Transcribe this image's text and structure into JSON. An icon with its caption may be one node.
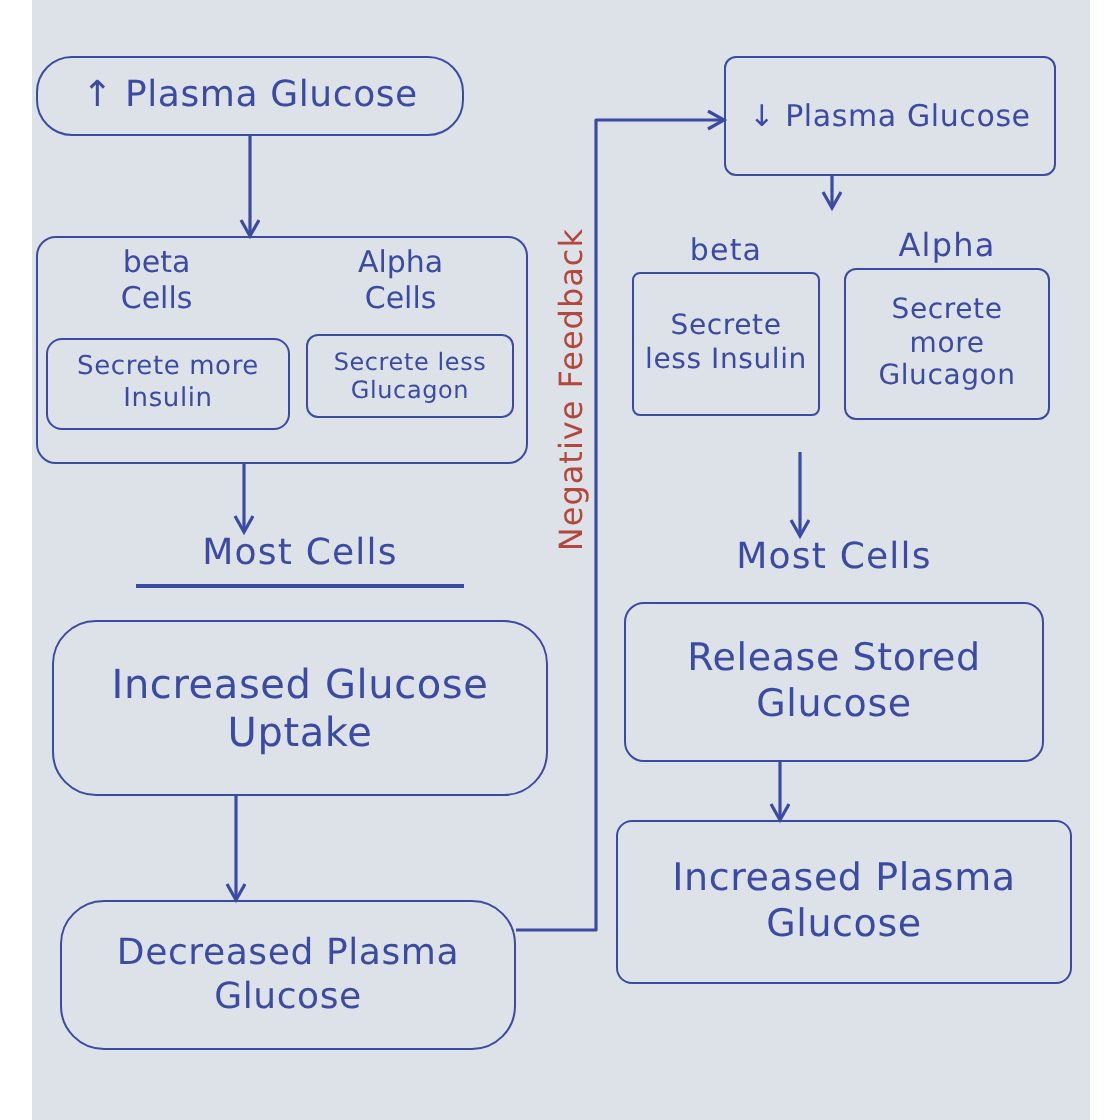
{
  "diagram": {
    "nodes": [
      {
        "text": [
          "↑ Plasma Glucose"
        ]
      },
      {
        "text": [
          "beta Cells",
          "Alpha Cells"
        ]
      },
      {
        "text": [
          "Secrete more Insulin"
        ],
        "in": 1
      },
      {
        "text": [
          "Secrete less Glucagon"
        ],
        "in": 1
      },
      {
        "text": [
          "Most Cells",
          "Increased Glucose Uptake"
        ]
      },
      {
        "text": [
          "Decreased Plasma Glucose"
        ]
      },
      {
        "text": [
          "↓ Plasma Glucose"
        ]
      },
      {
        "text": [
          "beta",
          "Secrete less Insulin"
        ]
      },
      {
        "text": [
          "Alpha",
          "Secrete more Glucagon"
        ]
      },
      {
        "text": [
          "Most Cells",
          "Release Stored Glucose"
        ]
      },
      {
        "text": [
          "Increased Plasma Glucose"
        ]
      }
    ],
    "edges": [
      {
        "from": 0,
        "to": 1,
        "arrow": "to"
      },
      {
        "from": 1,
        "to": 4,
        "arrow": "to"
      },
      {
        "from": 4,
        "to": 5,
        "arrow": "to"
      },
      {
        "from": 5,
        "to": 6,
        "arrow": "to",
        "label": "Negative Feedback"
      },
      {
        "from": 6,
        "to": null,
        "arrow": "to"
      },
      {
        "from": null,
        "to": 9,
        "arrow": "to"
      },
      {
        "from": 9,
        "to": 10,
        "arrow": "to"
      }
    ]
  }
}
